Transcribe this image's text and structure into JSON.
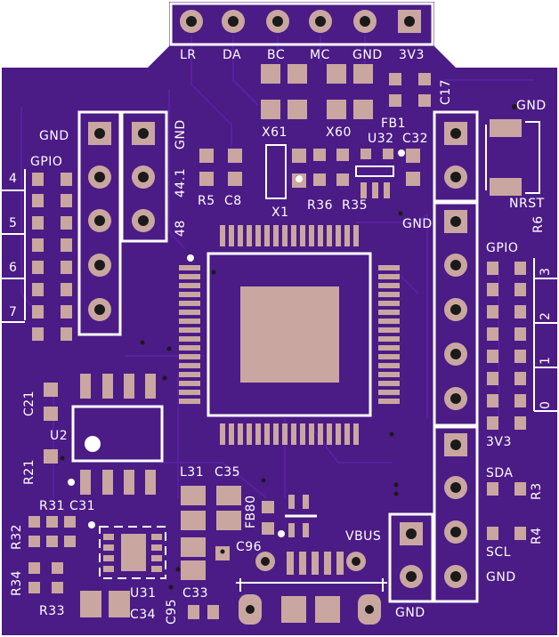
{
  "board": {
    "colors": {
      "soldermask": "#4b1b86",
      "trace": "#561f96",
      "pad": "#c9a7a0",
      "silkscreen": "#ffffff",
      "hole": "#1a1a1a"
    }
  },
  "header_top": [
    "LR",
    "DA",
    "BC",
    "MC",
    "GND",
    "3V3"
  ],
  "left_header": {
    "gnd": "GND",
    "gpio": "GPIO",
    "pins": [
      "4",
      "5",
      "6",
      "7"
    ]
  },
  "clock_select": {
    "gnd": "GND",
    "f441": "44.1",
    "f48": "48"
  },
  "right_header": {
    "gnd_top": "GND",
    "nrst": "NRST",
    "gnd_mid": "GND",
    "gpio": "GPIO",
    "pins": [
      "3",
      "2",
      "1",
      "0"
    ],
    "v33": "3V3",
    "sda": "SDA",
    "scl": "SCL",
    "gnd_bottom": "GND"
  },
  "bottom": {
    "vbus": "VBUS",
    "gnd": "GND"
  },
  "refs": {
    "x61": "X61",
    "x60": "X60",
    "fb1": "FB1",
    "u32": "U32",
    "c32": "C32",
    "c17": "C17",
    "r5": "R5",
    "c8": "C8",
    "x1": "X1",
    "r36": "R36",
    "r35": "R35",
    "r6": "R6",
    "c21": "C21",
    "u2": "U2",
    "r21": "R21",
    "l31": "L31",
    "c35": "C35",
    "fb80": "FB80",
    "c96": "C96",
    "r31": "R31",
    "c31": "C31",
    "r32": "R32",
    "r34": "R34",
    "r33": "R33",
    "u31": "U31",
    "c34": "C34",
    "c95": "C95",
    "c33": "C33",
    "r3": "R3",
    "r4": "R4"
  }
}
